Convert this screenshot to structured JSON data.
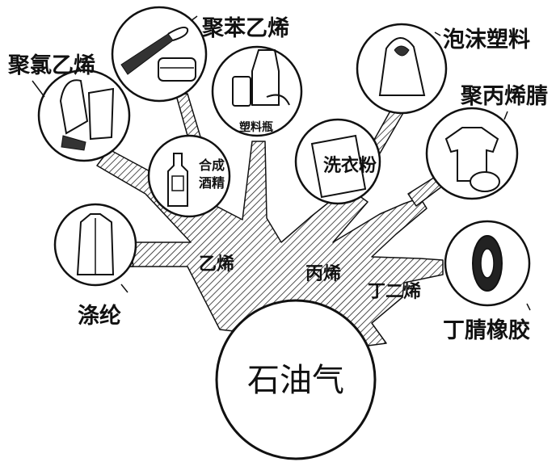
{
  "root": {
    "label": "石油气"
  },
  "intermediates": {
    "ethylene": "乙烯",
    "propylene": "丙烯",
    "butadiene": "丁二烯"
  },
  "products": {
    "pvc": "聚氯乙烯",
    "polystyrene": "聚苯乙烯",
    "foam_plastic": "泡沫塑料",
    "polyacrylonitrile": "聚丙烯腈",
    "polyester": "涤纶",
    "nitrile_rubber": "丁腈橡胶"
  },
  "circle_labels": {
    "synthetic_alcohol_line1": "合成",
    "synthetic_alcohol_line2": "酒精",
    "detergent_powder": "洗衣粉",
    "plastic_bottle": "塑料瓶"
  }
}
